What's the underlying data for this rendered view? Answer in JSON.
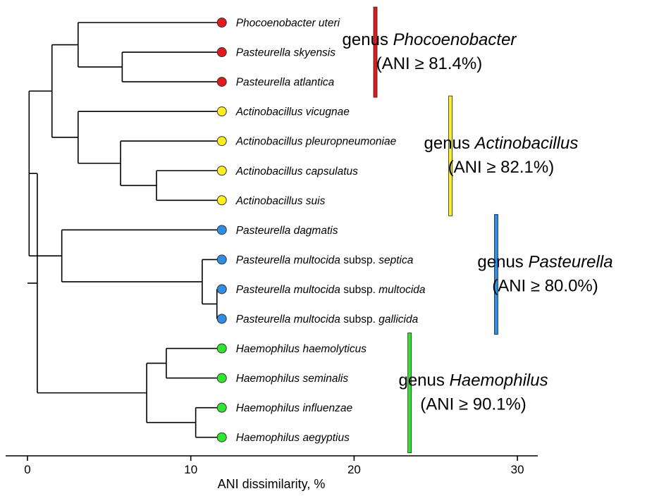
{
  "chart_data": {
    "type": "dendrogram",
    "xlabel": "ANI dissimilarity, %",
    "xlim": [
      0,
      31.5
    ],
    "x_ticks": [
      0,
      10,
      20,
      30
    ],
    "colors": {
      "red": "#e31a1c",
      "yellow": "#ffee22",
      "blue": "#2f8de4",
      "green": "#2ee62e"
    },
    "leaves": [
      {
        "id": "L1",
        "color": "red",
        "parts": [
          {
            "t": "Phocoenobacter uteri",
            "i": true
          }
        ]
      },
      {
        "id": "L2",
        "color": "red",
        "parts": [
          {
            "t": "Pasteurella skyensis",
            "i": true
          }
        ]
      },
      {
        "id": "L3",
        "color": "red",
        "parts": [
          {
            "t": "Pasteurella atlantica",
            "i": true
          }
        ]
      },
      {
        "id": "L4",
        "color": "yellow",
        "parts": [
          {
            "t": "Actinobacillus vicugnae",
            "i": true
          }
        ]
      },
      {
        "id": "L5",
        "color": "yellow",
        "parts": [
          {
            "t": "Actinobacillus pleuropneumoniae",
            "i": true
          }
        ]
      },
      {
        "id": "L6",
        "color": "yellow",
        "parts": [
          {
            "t": "Actinobacillus capsulatus",
            "i": true
          }
        ]
      },
      {
        "id": "L7",
        "color": "yellow",
        "parts": [
          {
            "t": "Actinobacillus suis",
            "i": true
          }
        ]
      },
      {
        "id": "L8",
        "color": "blue",
        "parts": [
          {
            "t": "Pasteurella dagmatis",
            "i": true
          }
        ]
      },
      {
        "id": "L9",
        "color": "blue",
        "parts": [
          {
            "t": "Pasteurella multocida",
            "i": true
          },
          {
            "t": " subsp. ",
            "i": false
          },
          {
            "t": "septica",
            "i": true
          }
        ]
      },
      {
        "id": "L10",
        "color": "blue",
        "parts": [
          {
            "t": "Pasteurella multocida",
            "i": true
          },
          {
            "t": " subsp. ",
            "i": false
          },
          {
            "t": "multocida",
            "i": true
          }
        ]
      },
      {
        "id": "L11",
        "color": "blue",
        "parts": [
          {
            "t": "Pasteurella multocida",
            "i": true
          },
          {
            "t": " subsp. ",
            "i": false
          },
          {
            "t": "gallicida",
            "i": true
          }
        ]
      },
      {
        "id": "L12",
        "color": "green",
        "parts": [
          {
            "t": "Haemophilus haemolyticus",
            "i": true
          }
        ]
      },
      {
        "id": "L13",
        "color": "green",
        "parts": [
          {
            "t": "Haemophilus seminalis",
            "i": true
          }
        ]
      },
      {
        "id": "L14",
        "color": "green",
        "parts": [
          {
            "t": "Haemophilus influenzae",
            "i": true
          }
        ]
      },
      {
        "id": "L15",
        "color": "green",
        "parts": [
          {
            "t": "Haemophilus aegyptius",
            "i": true
          }
        ]
      }
    ],
    "nodes": [
      {
        "id": "N1",
        "height": 5.8,
        "children": [
          "L2",
          "L3"
        ]
      },
      {
        "id": "N2",
        "height": 3.1,
        "children": [
          "L1",
          "N1"
        ]
      },
      {
        "id": "N3",
        "height": 7.9,
        "children": [
          "L6",
          "L7"
        ]
      },
      {
        "id": "N4",
        "height": 5.7,
        "children": [
          "L5",
          "N3"
        ]
      },
      {
        "id": "N5",
        "height": 3.1,
        "children": [
          "L4",
          "N4"
        ]
      },
      {
        "id": "N6",
        "height": 1.5,
        "children": [
          "N2",
          "N5"
        ]
      },
      {
        "id": "N7",
        "height": 11.6,
        "children": [
          "L10",
          "L11"
        ]
      },
      {
        "id": "N8",
        "height": 10.7,
        "children": [
          "L9",
          "N7"
        ]
      },
      {
        "id": "N9",
        "height": 2.1,
        "children": [
          "L8",
          "N8"
        ]
      },
      {
        "id": "N10",
        "height": 0.1,
        "children": [
          "N6",
          "N9"
        ]
      },
      {
        "id": "N11",
        "height": 8.5,
        "children": [
          "L12",
          "L13"
        ]
      },
      {
        "id": "N12",
        "height": 10.3,
        "children": [
          "L14",
          "L15"
        ]
      },
      {
        "id": "N13",
        "height": 7.3,
        "children": [
          "N11",
          "N12"
        ]
      },
      {
        "id": "ROOT",
        "height": 0.6,
        "children": [
          "N10",
          "N13"
        ]
      }
    ],
    "groups": [
      {
        "color": "red",
        "first": 0,
        "last": 2,
        "bar_x": 21.3,
        "label_x": 24.6,
        "genus": "Phocoenobacter",
        "ani": "(ANI ≥ 81.4%)"
      },
      {
        "color": "yellow",
        "first": 3,
        "last": 6,
        "bar_x": 25.9,
        "label_x": 29.0,
        "genus": "Actinobacillus",
        "ani": "(ANI ≥ 82.1%)"
      },
      {
        "color": "blue",
        "first": 7,
        "last": 10,
        "bar_x": 28.7,
        "label_x": 31.7,
        "genus": "Pasteurella",
        "ani": "(ANI ≥ 80.0%)"
      },
      {
        "color": "green",
        "first": 11,
        "last": 14,
        "bar_x": 23.4,
        "label_x": 27.3,
        "genus": "Haemophilus",
        "ani": "(ANI ≥ 90.1%)"
      }
    ],
    "genus_prefix": "genus "
  }
}
